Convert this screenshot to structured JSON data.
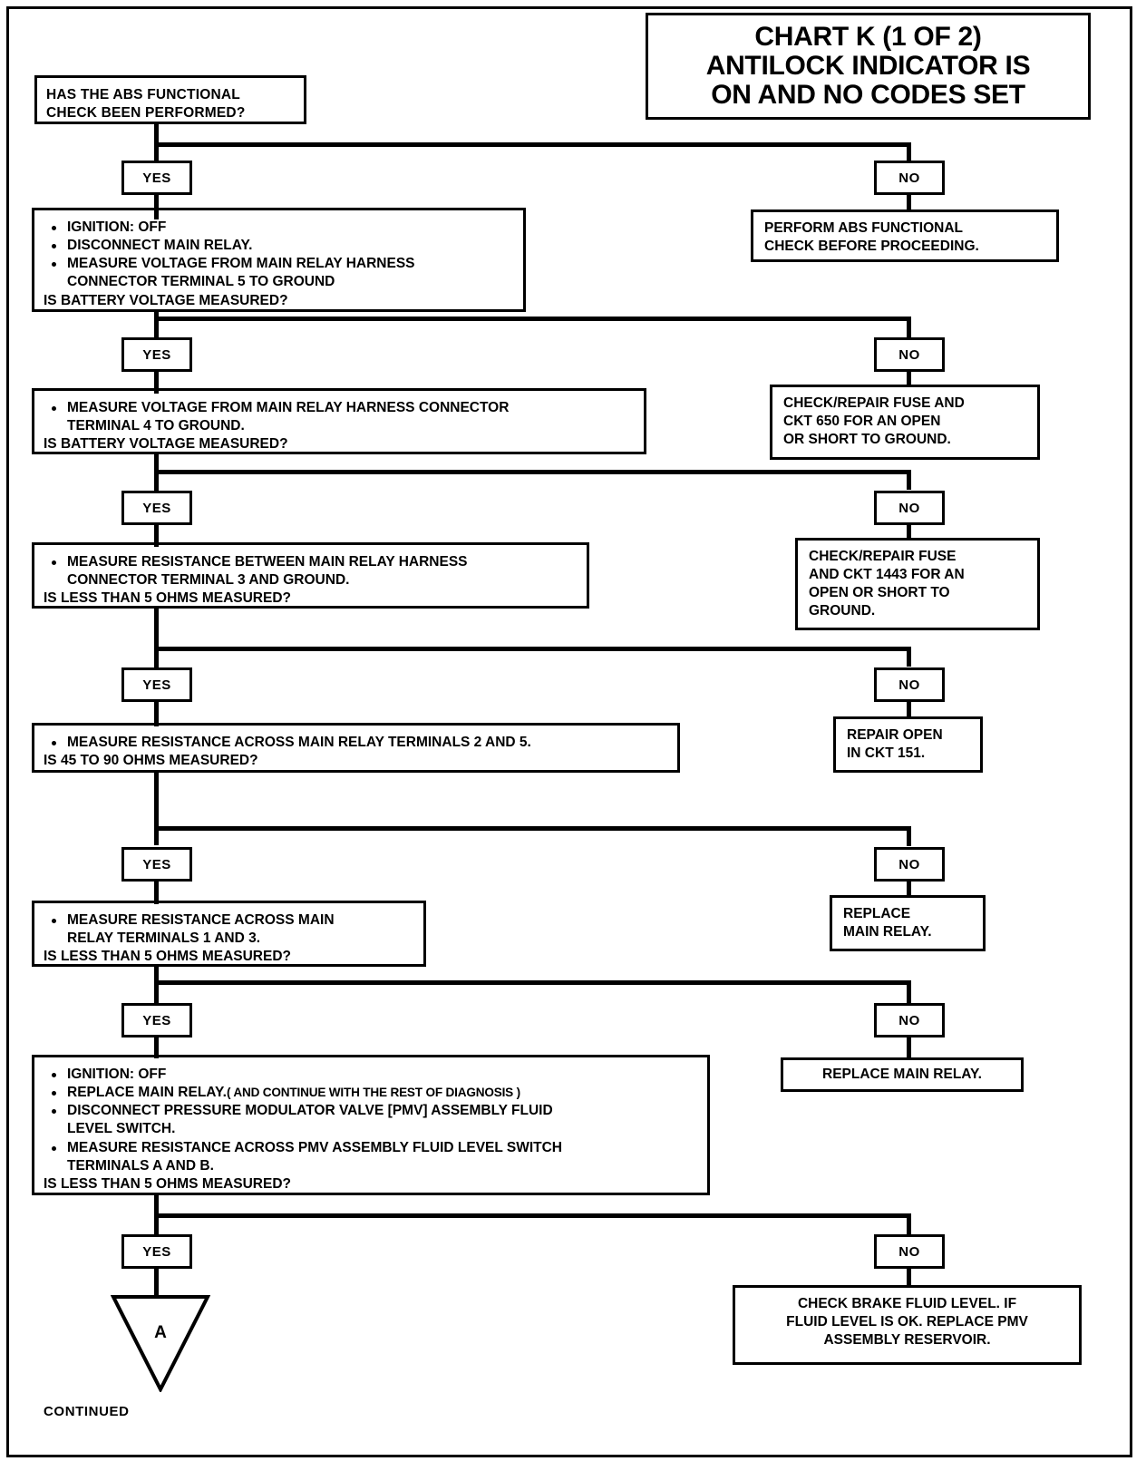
{
  "title": {
    "line1": "CHART K (1 OF 2)",
    "line2": "ANTILOCK INDICATOR IS",
    "line3": "ON AND NO CODES SET"
  },
  "labels": {
    "yes": "YES",
    "no": "NO",
    "continued": "CONTINUED",
    "connector_a": "A"
  },
  "steps": [
    {
      "id": "q1",
      "lines": [
        "HAS THE ABS FUNCTIONAL",
        "CHECK BEEN PERFORMED?"
      ]
    },
    {
      "id": "q2",
      "bullets": [
        "IGNITION: OFF",
        "DISCONNECT MAIN RELAY.",
        "MEASURE VOLTAGE FROM MAIN RELAY HARNESS"
      ],
      "cont": "CONNECTOR TERMINAL 5 TO GROUND",
      "tail": "IS BATTERY VOLTAGE MEASURED?"
    },
    {
      "id": "q3",
      "bullets": [
        "MEASURE VOLTAGE FROM MAIN RELAY HARNESS CONNECTOR"
      ],
      "cont": "TERMINAL 4 TO GROUND.",
      "tail": "IS BATTERY VOLTAGE MEASURED?"
    },
    {
      "id": "q4",
      "bullets": [
        "MEASURE RESISTANCE BETWEEN MAIN RELAY HARNESS"
      ],
      "cont": "CONNECTOR TERMINAL 3 AND GROUND.",
      "tail": "IS LESS THAN 5 OHMS MEASURED?"
    },
    {
      "id": "q5",
      "bullets": [
        "MEASURE RESISTANCE ACROSS MAIN RELAY TERMINALS 2 AND 5."
      ],
      "tail": "IS 45 TO 90 OHMS MEASURED?"
    },
    {
      "id": "q6",
      "bullets": [
        "MEASURE RESISTANCE ACROSS MAIN"
      ],
      "cont": "RELAY TERMINALS 1 AND 3.",
      "tail": "IS LESS THAN 5 OHMS MEASURED?"
    },
    {
      "id": "q7",
      "bullets": [
        "IGNITION: OFF",
        "REPLACE MAIN RELAY.",
        "DISCONNECT PRESSURE MODULATOR VALVE [PMV] ASSEMBLY FLUID",
        "MEASURE RESISTANCE ACROSS PMV ASSEMBLY FLUID LEVEL SWITCH"
      ],
      "b2_note": "( AND CONTINUE WITH THE REST OF DIAGNOSIS )",
      "cont1": "LEVEL SWITCH.",
      "cont2": "TERMINALS A AND B.",
      "tail": "IS LESS THAN 5 OHMS MEASURED?"
    }
  ],
  "outcomes": [
    {
      "id": "o1",
      "lines": [
        "PERFORM ABS FUNCTIONAL",
        "CHECK BEFORE PROCEEDING."
      ]
    },
    {
      "id": "o2",
      "lines": [
        "CHECK/REPAIR FUSE AND",
        "CKT 650 FOR AN OPEN",
        "OR SHORT TO GROUND."
      ]
    },
    {
      "id": "o3",
      "lines": [
        "CHECK/REPAIR FUSE",
        "AND CKT 1443 FOR AN",
        "OPEN OR SHORT TO",
        "GROUND."
      ]
    },
    {
      "id": "o4",
      "lines": [
        "REPAIR OPEN",
        "IN CKT 151."
      ]
    },
    {
      "id": "o5",
      "lines": [
        "REPLACE",
        "MAIN RELAY."
      ]
    },
    {
      "id": "o6",
      "lines": [
        "REPLACE MAIN RELAY."
      ]
    },
    {
      "id": "o7",
      "lines": [
        "CHECK BRAKE FLUID LEVEL.  IF",
        "FLUID LEVEL IS OK. REPLACE PMV",
        "ASSEMBLY  RESERVOIR."
      ]
    }
  ]
}
